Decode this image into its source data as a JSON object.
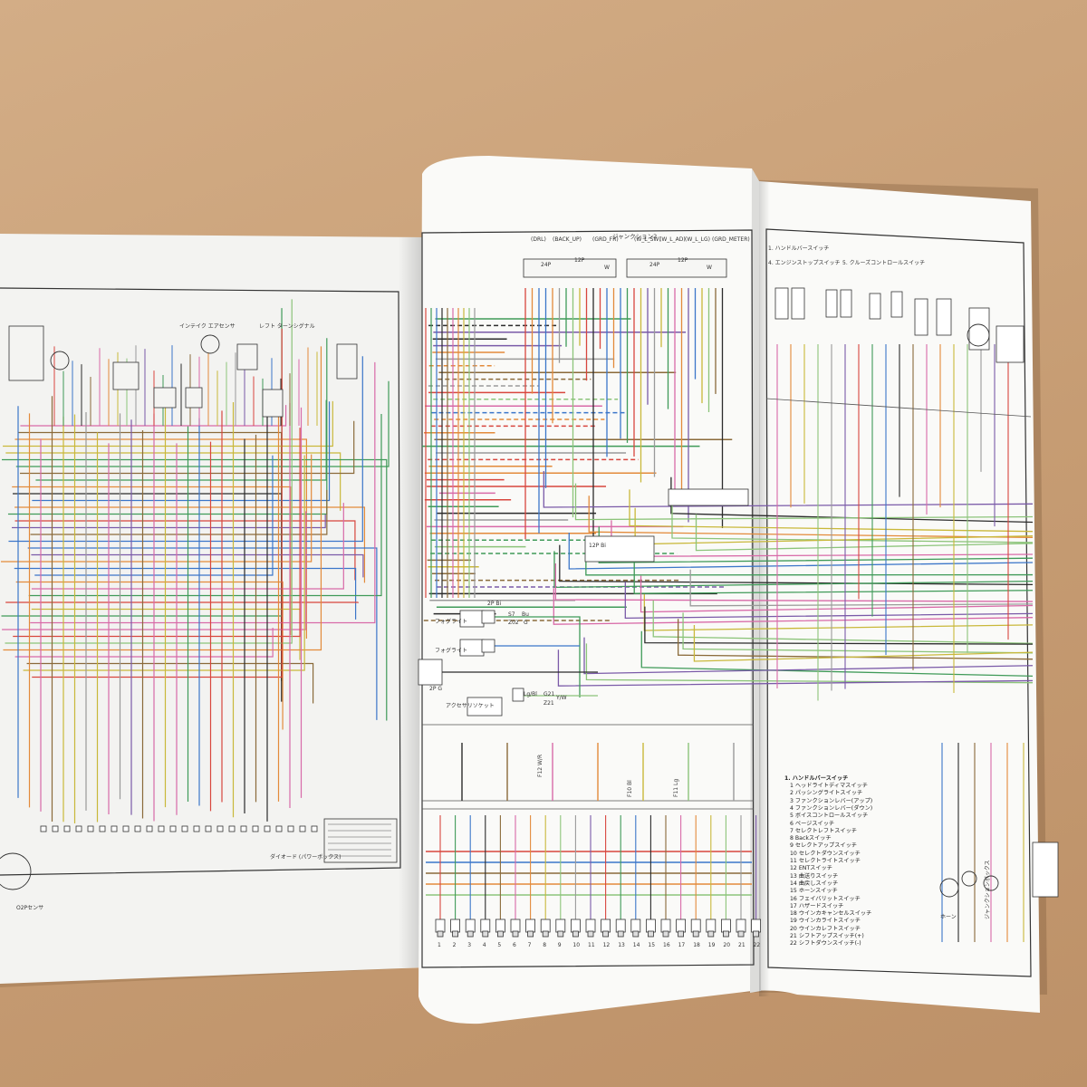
{
  "image_description_free": true,
  "top_labels": {
    "junction": "ジャンクション2",
    "conn_24p_left": "24P",
    "conn_12p_a": "12P",
    "conn_w_a": "W",
    "conn_24p_right": "24P",
    "conn_12p_b": "12P",
    "conn_w_b": "W",
    "tag_drl": "(DRL)",
    "tag_back_up": "(BACK_UP)",
    "tag_grd_fr": "(GRD_FR)",
    "tag_w_l_sw": "(W_L_SW)",
    "tag_w_l_ad": "(W_L_AD)",
    "tag_w_l_lg": "(W_L_LG)",
    "tag_grd_meter": "(GRD_METER)"
  },
  "left_page_labels": {
    "sensor": "O2Pセンサ",
    "diode": "ダイオード (パワーボックス)",
    "fuel_inj": "インテイク エアセンサ",
    "rear_lamp": "レフト ターンシグナル"
  },
  "middle_labels": {
    "fog_left": "フォグライト",
    "fog_right": "フォグライト",
    "accessory": "アクセサリソケット",
    "conn_2p_bi": "2P Bi",
    "conn_2p_g": "2P G",
    "wire_s7": "S7",
    "wire_z02": "Z02",
    "wire_bu": "Bu",
    "wire_g": "G",
    "wire_g21": "G21",
    "wire_z21": "Z21",
    "wire_lg_bl": "Lg/Bl",
    "wire_y_w": "Y/W",
    "f12_wr": "F12 W/R",
    "f10_bl": "F10 Bl",
    "f11_lg": "F11 Lg",
    "conn_12p_bi": "12P Bi"
  },
  "legend_title": "1. ハンドルバースイッチ",
  "legend_items": [
    "1  ヘッドライトディマスイッチ",
    "2  パッシングライトスイッチ",
    "3  ファンクションレバー(アップ)",
    "4  ファンクションレバー(ダウン)",
    "5  ボイスコントロールスイッチ",
    "6  ページスイッチ",
    "7  セレクトレフトスイッチ",
    "8  Backスイッチ",
    "9  セレクトアップスイッチ",
    "10 セレクトダウンスイッチ",
    "11 セレクトライトスイッチ",
    "12 ENTスイッチ",
    "13 曲送りスイッチ",
    "14 曲戻しスイッチ",
    "15 ホーンスイッチ",
    "16 フェイバリットスイッチ",
    "17 ハザードスイッチ",
    "18 ウインカキャンセルスイッチ",
    "19 ウインカライトスイッチ",
    "20 ウインカレフトスイッチ",
    "21 シフトアップスイッチ(+)",
    "22 シフトダウンスイッチ(-)"
  ],
  "switch_numbers": [
    "1",
    "2",
    "3",
    "4",
    "5",
    "6",
    "7",
    "8",
    "9",
    "10",
    "11",
    "12",
    "13",
    "14",
    "15",
    "16",
    "17",
    "18",
    "19",
    "20",
    "21",
    "22"
  ],
  "right_page_labels": {
    "handlebar": "1. ハンドルバースイッチ",
    "engine_stop": "4. エンジンストップスイッチ",
    "cruise": "5. クルーズコントロールスイッチ",
    "horn": "ホーン",
    "junction_box": "ジャンクションボックス"
  },
  "colors": {
    "background": "#c69c73",
    "paper": "#f7f7f5",
    "wire_red": "#d8463e",
    "wire_green": "#3f9a58",
    "wire_blue": "#3b76c9",
    "wire_black": "#2b2b2b",
    "wire_brown": "#8a6a3a",
    "wire_pink": "#d86aa8",
    "wire_orange": "#e38a3a",
    "wire_yellow": "#c9b83a",
    "wire_lightgreen": "#8cc47a",
    "wire_gray": "#9a9a9a",
    "wire_purple": "#7a5aa8"
  }
}
